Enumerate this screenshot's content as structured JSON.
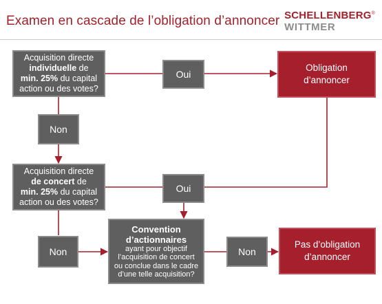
{
  "title": "Examen en cascade de l’obligation d’annoncer",
  "logo": {
    "line1": "SCHELLENBERG",
    "line1_mark": "®",
    "line2": "WITTMER"
  },
  "colors": {
    "accent": "#a51f2d",
    "decision": "#5f5f5f",
    "line": "#a51f2d"
  },
  "q1": {
    "line1": "Acquisition directe",
    "bold2": "individuelle",
    "line2_rest": " de",
    "bold3": "min. 25%",
    "line3_rest": " du capital",
    "line4": "action ou des votes?"
  },
  "q2": {
    "line1": "Acquisition directe",
    "bold2": "de concert",
    "line2_rest": " de",
    "bold3": "min. 25%",
    "line3_rest": " du capital",
    "line4": "action ou des votes?"
  },
  "q3": {
    "bold1": "Convention",
    "bold2": "d’actionnaires",
    "line3": "ayant pour objectif",
    "line4": "l’acquisition de concert",
    "line5": "ou conclue dans le cadre",
    "line6": "d’une telle acquisition?"
  },
  "labels": {
    "yes": "Oui",
    "no": "Non"
  },
  "outcomes": {
    "obligation": {
      "line1": "Obligation",
      "line2": "d’annoncer"
    },
    "no_obligation": {
      "line1": "Pas d’obligation",
      "line2": "d’annoncer"
    }
  }
}
